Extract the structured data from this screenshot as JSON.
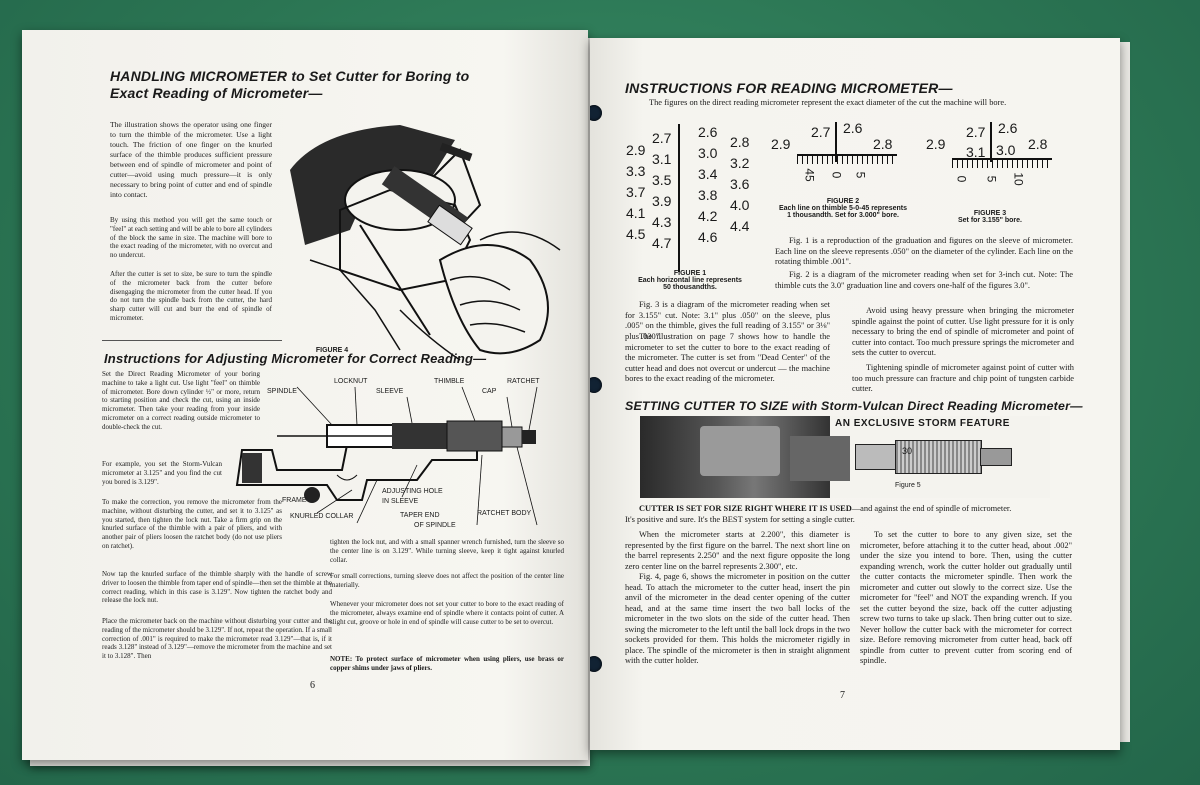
{
  "left_page": {
    "heading1_line1": "HANDLING MICROMETER to Set Cutter for Boring to",
    "heading1_line2": "Exact Reading of Micrometer—",
    "para1": "The illustration shows the operator using one finger to turn the thimble of the micrometer. Use a light touch. The friction of one finger on the knurled surface of the thimble produces sufficient pressure between end of spindle of micrometer and point of cutter—avoid using much pressure—it is only necessary to bring point of cutter and end of spindle into contact.",
    "para2": "By using this method you will get the same touch or \"feel\" at each setting and will be able to bore all cylinders of the block the same in size. The machine will bore to the exact reading of the micrometer, with no overcut and no undercut.",
    "para3": "After the cutter is set to size, be sure to turn the spindle of the micrometer back from the cutter before disengaging the micrometer from the cutter head. If you do not turn the spindle back from the cutter, the hard sharp cutter will cut and burr the end of spindle of micrometer.",
    "figure4_caption": "FIGURE 4",
    "heading2": "Instructions for Adjusting Micrometer for Correct Reading—",
    "para4": "Set the Direct Reading Micrometer of your boring machine to take a light cut. Use light \"feel\" on thimble of micrometer. Bore down cylinder ½\" or more, return to starting position and check the cut, using an inside micrometer. Then take your reading from your inside micrometer on a correct reading outside micrometer to double-check the cut.",
    "para5": "For example, you set the Storm-Vulcan micrometer at 3.125\" and you find the cut you bored is 3.129\".",
    "para6": "To make the correction, you remove the micrometer from the machine, without disturbing the cutter, and set it to 3.125\" as you started, then tighten the lock nut. Take a firm grip on the knurled surface of the thimble with a pair of pliers, and with another pair of pliers loosen the ratchet body (do not use pliers on ratchet).",
    "para7": "Now tap the knurled surface of the thimble sharply with the handle of screw driver to loosen the thimble from taper end of spindle—then set the thimble at the correct reading, which in this case is 3.129\". Now tighten the ratchet body and release the lock nut.",
    "para8": "Place the micrometer back on the machine without disturbing your cutter and the reading of the micrometer should be 3.129\". If not, repeat the operation. If a small correction of .001\" is required to make the micrometer read 3.129\"—that is, if it reads 3.128\" instead of 3.129\"—remove the micrometer from the machine and set it to 3.128\". Then",
    "para9": "tighten the lock nut, and with a small spanner wrench furnished, turn the sleeve so the center line is on 3.129\". While turning sleeve, keep it tight against knurled collar.",
    "para10": "For small corrections, turning sleeve does not affect the position of the center line materially.",
    "para11": "Whenever your micrometer does not set your cutter to bore to the exact reading of the micrometer, always examine end of spindle where it contacts point of cutter. A slight cut, groove or hole in end of spindle will cause cutter to be set to overcut.",
    "para12": "NOTE: To protect surface of micrometer when using pliers, use brass or copper shims under jaws of pliers.",
    "diagram_labels": {
      "spindle": "SPINDLE",
      "locknut": "LOCKNUT",
      "sleeve": "SLEEVE",
      "thimble": "THIMBLE",
      "cap": "CAP",
      "ratchet": "RATCHET",
      "frame": "FRAME",
      "knurled_collar": "KNURLED COLLAR",
      "adjusting_hole": "ADJUSTING HOLE",
      "in_sleeve": "IN SLEEVE",
      "taper_end": "TAPER END",
      "of_spindle": "OF SPINDLE",
      "ratchet_body": "RATCHET BODY"
    },
    "page_number": "6"
  },
  "right_page": {
    "heading1": "INSTRUCTIONS FOR READING MICROMETER—",
    "intro": "The figures on the direct reading micrometer represent the exact diameter of the cut the machine will bore.",
    "fig1_numbers_left": [
      "2.9",
      "3.3",
      "3.7",
      "4.1",
      "4.5"
    ],
    "fig1_numbers_mid": [
      "2.7",
      "3.1",
      "3.5",
      "3.9",
      "4.3",
      "4.7"
    ],
    "fig1_numbers_right": [
      "2.6",
      "3.0",
      "3.4",
      "3.8",
      "4.2",
      "4.6"
    ],
    "fig1_numbers_far": [
      "2.8",
      "3.2",
      "3.6",
      "4.0",
      "4.4"
    ],
    "fig1_caption": "FIGURE 1",
    "fig1_sub1": "Each horizontal line represents",
    "fig1_sub2": "50 thousandths.",
    "fig2_top": [
      "2.7",
      "2.6"
    ],
    "fig2_side": [
      "2.9",
      "2.8"
    ],
    "fig2_thimble": [
      "45",
      "0",
      "5"
    ],
    "fig2_caption": "FIGURE 2",
    "fig2_sub1": "Each line on thimble 5-0-45 represents",
    "fig2_sub2": "1 thousandth. Set for 3.000\" bore.",
    "fig3_top": [
      "2.7",
      "2.6"
    ],
    "fig3_side": [
      "2.9",
      "2.8"
    ],
    "fig3_mid": [
      "3.1",
      "3.0"
    ],
    "fig3_thimble": [
      "0",
      "5",
      "10"
    ],
    "fig3_caption": "FIGURE 3",
    "fig3_sub": "Set for 3.155\" bore.",
    "para_fig1": "Fig. 1 is a reproduction of the graduation and figures on the sleeve of micrometer. Each line on the sleeve represents .050\" on the diameter of the cylinder. Each line on the rotating thimble .001\".",
    "para_fig2": "Fig. 2 is a diagram of the micrometer reading when set for 3-inch cut. Note: The thimble cuts the 3.0\" graduation line and covers one-half of the figures 3.0\".",
    "para_fig3": "Fig. 3 is a diagram of the micrometer reading when set for 3.155\" cut. Note: 3.1\" plus .050\" on the sleeve, plus .005\" on the thimble, gives the full reading of 3.155\" or 3⅛\" plus .030\".",
    "para_page7": "The illustration on page 7 shows how to handle the micrometer to set the cutter to bore to the exact reading of the micrometer. The cutter is set from \"Dead Center\" of the cutter head and does not overcut or undercut — the machine bores to the exact reading of the micrometer.",
    "para_avoid": "Avoid using heavy pressure when bringing the micrometer spindle against the point of cutter. Use light pressure for it is only necessary to bring the end of spindle of micrometer and point of cutter into contact. Too much pressure springs the micrometer and sets the cutter to overcut.",
    "para_tight": "Tightening spindle of micrometer against point of cutter with too much pressure can fracture and chip point of tungsten carbide cutter.",
    "heading2": "SETTING CUTTER TO SIZE with Storm-Vulcan Direct Reading Micrometer—",
    "exclusive": "AN EXCLUSIVE STORM FEATURE",
    "photo_number": "30",
    "figure5": "Figure 5",
    "cutter_bold": "CUTTER IS SET FOR SIZE RIGHT WHERE IT IS USED",
    "cutter_rest": "—and against the end of spindle of micrometer.",
    "cutter_line2": "It's positive and sure. It's the BEST system for setting a single cutter.",
    "col1": "When the micrometer starts at 2.200\", this diameter is represented by the first figure on the barrel. The next short line on the barrel represents 2.250\" and the next figure opposite the long zero center line on the barrel represents 2.300\", etc.",
    "col1b": "Fig. 4, page 6, shows the micrometer in position on the cutter head. To attach the micrometer to the cutter head, insert the pin anvil of the micrometer in the dead center opening of the cutter head, and at the same time insert the two ball locks of the micrometer in the two slots on the side of the cutter head. Then swing the micrometer to the left until the ball lock drops in the two sockets provided for them. This holds the micrometer rigidly in place. The spindle of the micrometer is then in straight alignment with the cutter holder.",
    "col2": "To set the cutter to bore to any given size, set the micrometer, before attaching it to the cutter head, about .002\" under the size you intend to bore. Then, using the cutter expanding wrench, work the cutter holder out gradually until the cutter contacts the micrometer spindle. Then work the micrometer and cutter out slowly to the correct size. Use the micrometer for \"feel\" and NOT the expanding wrench. If you set the cutter beyond the size, back off the cutter adjusting screw two turns to take up slack. Then bring cutter out to size. Never hollow the cutter back with the micrometer for correct size. Before removing micrometer from cutter head, back off spindle from cutter to prevent cutter from scoring end of spindle.",
    "page_number": "7"
  }
}
